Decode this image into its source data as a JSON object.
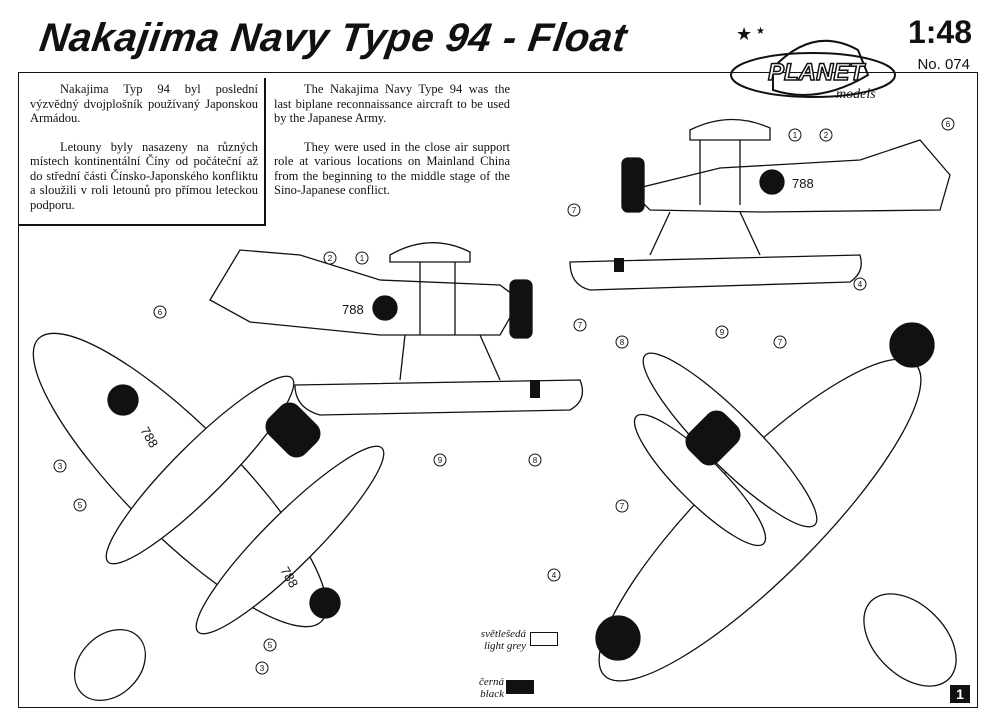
{
  "header": {
    "title": "Nakajima Navy Type 94 - Float",
    "scale": "1:48",
    "catalog_no": "No. 074",
    "brand": "PLANET",
    "brand_sub": "models"
  },
  "text": {
    "cz_p1": "Nakajima Typ 94 byl poslední výzvědný dvojplošník používaný Japonskou Armádou.",
    "cz_p2": "Letouny byly nasazeny na různých místech kontinentální Číny od počáteční až do střední části Čínsko-Japonského konfliktu a sloužili v roli letounů pro přímou leteckou podporu.",
    "en_p1": "The Nakajima Navy Type 94 was the last biplane reconnaissance aircraft to be used by the Japanese Army.",
    "en_p2": "They were used in the close air support role at various locations on Mainland China from the beginning to the middle stage of the Sino-Japanese conflict."
  },
  "markings": {
    "tail_number": "788",
    "callouts": [
      "1",
      "2",
      "3",
      "4",
      "5",
      "6",
      "7",
      "8",
      "9"
    ]
  },
  "legend": {
    "light_grey_cz": "světlešedá",
    "light_grey_en": "light grey",
    "black_cz": "černá",
    "black_en": "black"
  },
  "colors": {
    "light_grey": "#ffffff",
    "black": "#111111"
  },
  "page_number": "1"
}
